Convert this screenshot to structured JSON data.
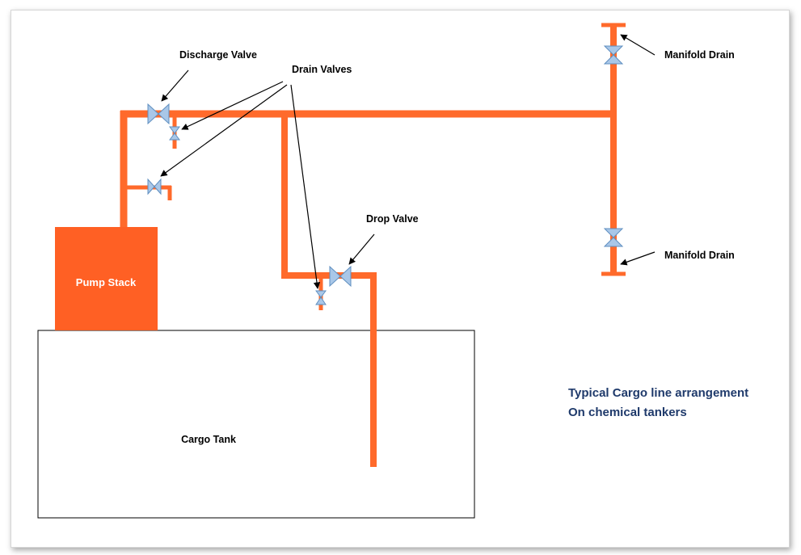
{
  "labels": {
    "discharge_valve": "Discharge Valve",
    "drain_valves": "Drain Valves",
    "manifold_drain_top": "Manifold Drain",
    "manifold_drain_bottom": "Manifold Drain",
    "drop_valve": "Drop Valve",
    "pump_stack": "Pump Stack",
    "cargo_tank": "Cargo Tank"
  },
  "caption": {
    "line1": "Typical Cargo line arrangement",
    "line2": "On chemical tankers"
  },
  "colors": {
    "pipe": "#ff6a2b",
    "pump_stack": "#ff6024",
    "valve_fill": "#a9c7e8",
    "valve_stroke": "#5f8fc0",
    "caption": "#1f3a6b"
  }
}
